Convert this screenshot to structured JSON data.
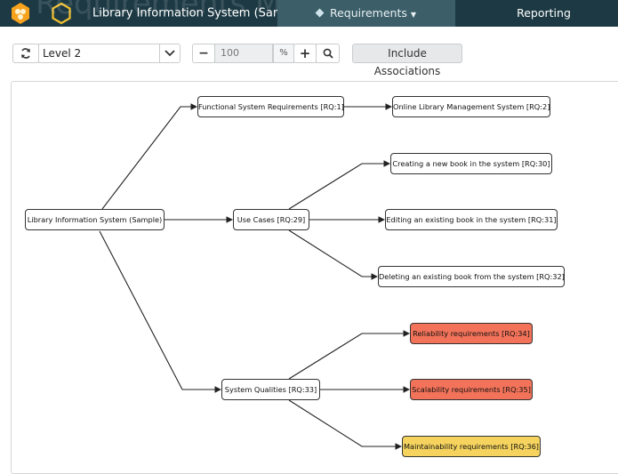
{
  "header": {
    "project_title": "Library Information System (Sample)...",
    "background_title": "Requirements Mind Map",
    "nav_requirements": "Requirements",
    "nav_reporting": "Reporting",
    "logo_icon": "orange-hex-logo-icon",
    "product_icon": "yellow-hexagon-icon"
  },
  "toolbar": {
    "level_value": "Level 2",
    "zoom_value": "100",
    "zoom_unit": "%",
    "include_associations_label": "Include Associations",
    "refresh_icon": "refresh-icon",
    "minus_icon": "minus-icon",
    "plus_icon": "plus-icon",
    "search_icon": "search-icon",
    "chevron_icon": "chevron-down-icon"
  },
  "colors": {
    "topbar": "#1d3a44",
    "active_tab": "#3c5e69",
    "node_red": "#f3735a",
    "node_yellow": "#f5d35e"
  },
  "mindmap": {
    "root": "Library Information System (Sample)",
    "functional": "Functional System Requirements [RQ:1]",
    "online": "Online Library Management System [RQ:2]",
    "use_cases": "Use Cases [RQ:29]",
    "create": "Creating a new book in the system [RQ:30]",
    "edit": "Editing an existing book in the system [RQ:31]",
    "delete": "Deleting an existing book from the system [RQ:32]",
    "qualities": "System Qualities [RQ:33]",
    "reliability": "Reliability requirements [RQ:34]",
    "scalability": "Scalability requirements [RQ:35]",
    "maintainability": "Maintainability requirements [RQ:36]"
  }
}
